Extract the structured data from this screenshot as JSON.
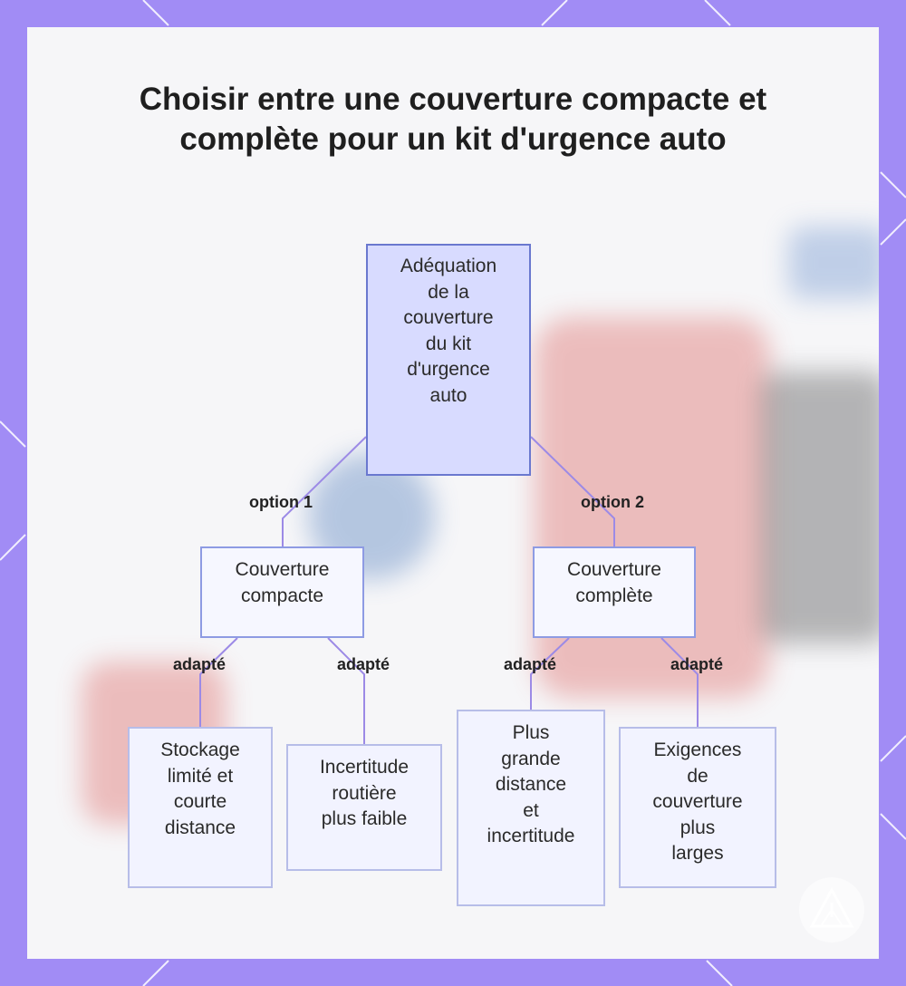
{
  "title": "Choisir entre une couverture compacte et complète pour un kit d'urgence auto",
  "colors": {
    "frame": "#a18cf5",
    "panel": "#f6f6f8",
    "root_fill": "#d8dbff",
    "node_border": "#8e9be3",
    "connector": "#9c8ae6"
  },
  "diagram": {
    "root": {
      "lines": [
        "Adéquation",
        "de la",
        "couverture",
        "du kit",
        "d'urgence",
        "auto"
      ]
    },
    "branches": [
      {
        "edge_label": "option 1",
        "lines": [
          "Couverture",
          "compacte"
        ],
        "children": [
          {
            "edge_label": "adapté",
            "lines": [
              "Stockage",
              "limité et",
              "courte",
              "distance"
            ]
          },
          {
            "edge_label": "adapté",
            "lines": [
              "Incertitude",
              "routière",
              "plus faible"
            ]
          }
        ]
      },
      {
        "edge_label": "option 2",
        "lines": [
          "Couverture",
          "complète"
        ],
        "children": [
          {
            "edge_label": "adapté",
            "lines": [
              "Plus",
              "grande",
              "distance",
              "et",
              "incertitude"
            ]
          },
          {
            "edge_label": "adapté",
            "lines": [
              "Exigences",
              "de",
              "couverture",
              "plus",
              "larges"
            ]
          }
        ]
      }
    ]
  },
  "icons": {
    "frame_logo": "warning-triangle-logo-icon"
  }
}
